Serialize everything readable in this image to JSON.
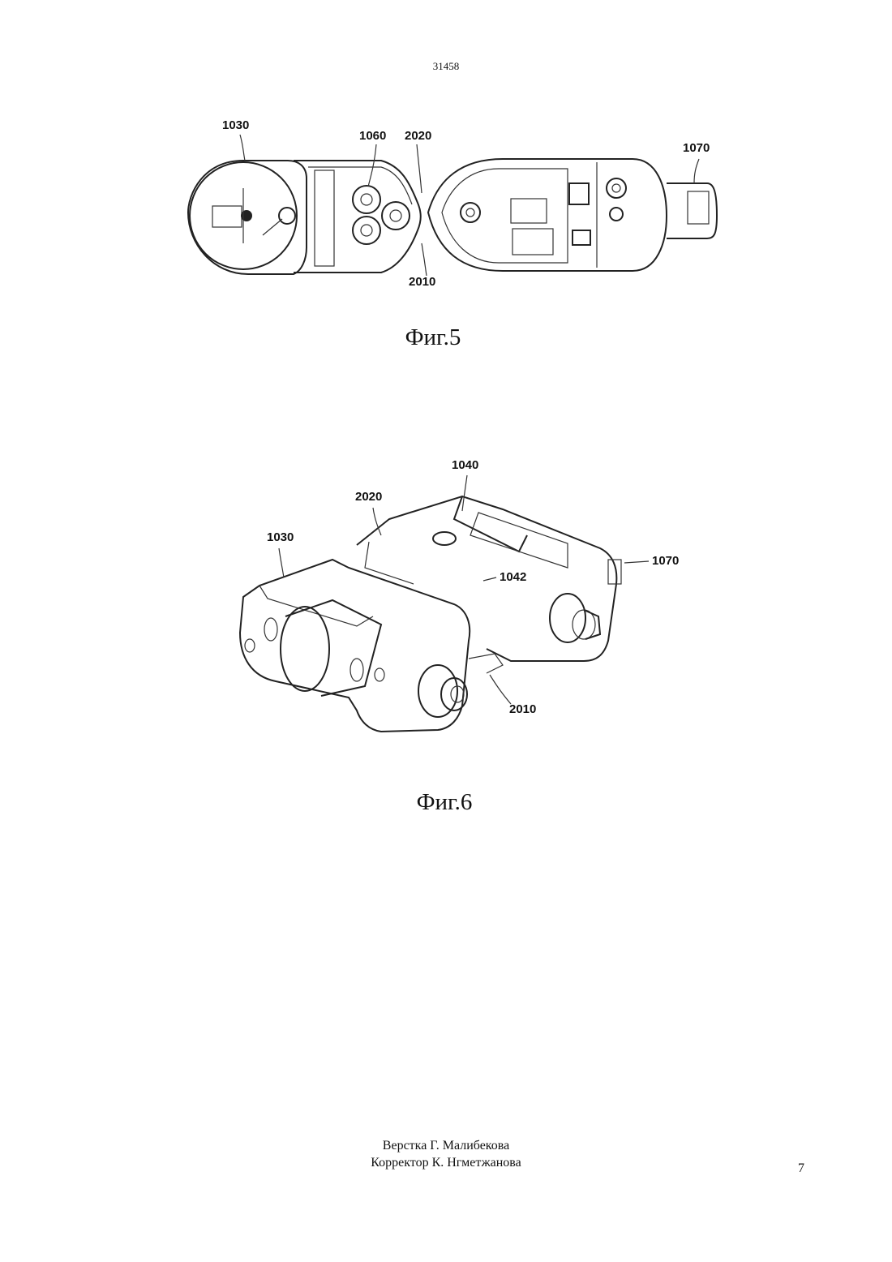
{
  "header": {
    "document_number": "31458"
  },
  "figure5": {
    "caption": "Фиг.5",
    "labels": {
      "l1030": "1030",
      "l1060": "1060",
      "l2020": "2020",
      "l1070": "1070",
      "l2010": "2010"
    }
  },
  "figure6": {
    "caption": "Фиг.6",
    "labels": {
      "l1040": "1040",
      "l2020": "2020",
      "l1030": "1030",
      "l1070": "1070",
      "l1042": "1042",
      "l2010": "2010"
    }
  },
  "footer": {
    "layout_credit": "Верстка Г. Малибекова",
    "proofreader_credit": "Корректор К. Нгметжанова"
  },
  "page_number": "7"
}
